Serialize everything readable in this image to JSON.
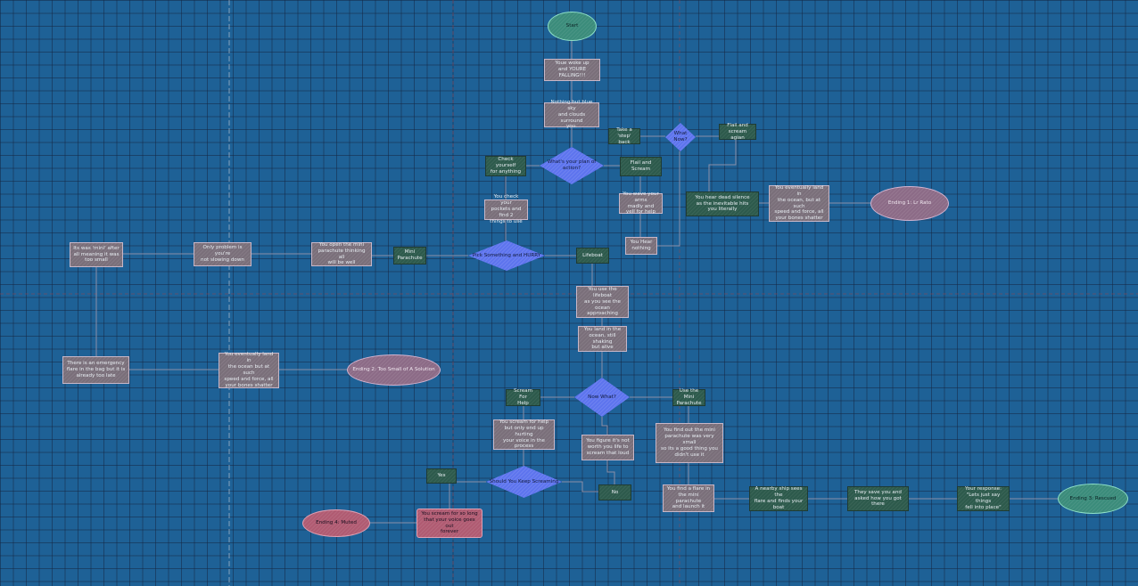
{
  "nodes": {
    "start": "Start",
    "wake_up": "Yo­ue woke up\nand YOURE FALLING!!!",
    "blue_sky": "Nothing but blue sky\nand clouds surround\nyou.",
    "plan": "What's your plan of\naction?",
    "check_yourself": "Check yourself\nfor anything",
    "flail_scream": "Flail and Scream",
    "take_step_back": "Take a\n'step' back",
    "what_now_1": "What Now?",
    "flail_again": "Flail and\nscream agian",
    "check_pockets": "You check your\npockets and find 2\nthings to use",
    "wave_arms": "You wave your arms\nmadly and yell for help",
    "hear_nothing": "You Hear\nnothing",
    "dead_silence": "You hear dead silence\nas the inevitable hits\nyou literally",
    "land_ocean_1": "You eventually land in\nthe ocean, but at such\nspeed and force, all\nyour bones shatter",
    "ending1": "Ending 1: Lr Rato",
    "pick_something": "Pick Something and HURRY",
    "lifeboat": "Lifeboat",
    "mini_parachute": "Mini\nParachute",
    "open_parachute": "You open the mini\nparachute thinking all\nwill be well",
    "problem_slowing": "Only problem is you're\nnot slowing down",
    "mini_after_all": "Its was 'mini' after\nall meaning it was\ntoo small",
    "emergency_flare": "There is an emergency\nflare in the bag but it is\nalready too late",
    "land_ocean_2": "You eventually land in\nthe ocean but at such\nspeed and force, all\nyour bones shatter",
    "ending2": "Ending 2: Too Small of A Solution",
    "use_lifeboat": "You use the lifeboat\nas you see the\nocean approaching",
    "land_ocean_alive": "You land in the\nocean, still shaking\nbut alive",
    "now_what": "Now What?",
    "scream_for_help": "Scream For\nHelp",
    "use_mini_parachute": "Use the Mini\nParachute",
    "scream_hurting": "You scream for help\nbut only end up hurting\nyour voice in the\nprocess",
    "figure_not_worth": "You figure it's not\nworth you life to\nscream that loud",
    "mini_small": "You find out the mini\nparachute was very small\nso its a good thing you\ndidn't use it",
    "keep_screaming": "Should You Keep Screaming",
    "yes": "Yes",
    "no": "No",
    "find_flare": "You find a flare in\nthe mini parachute\nand launch it",
    "ship_sees": "A nearby ship sees the\nflare and finds your\nboat",
    "save_you": "They save you and\nasked how you got\nthere",
    "response": "Your response:\n\"Lets just say things\nfell into place\"",
    "ending3": "Ending 3: Rescued",
    "voice_gone": "You scream for so long\nthat your voice goes out\nforever",
    "ending4": "Ending 4: Muted"
  },
  "colors": {
    "background": "#1e6196",
    "edge": "#8a8fa8",
    "diamond": "#5d74ee",
    "box_gray": "#7a6f7a",
    "box_green": "#2d5a4c"
  }
}
